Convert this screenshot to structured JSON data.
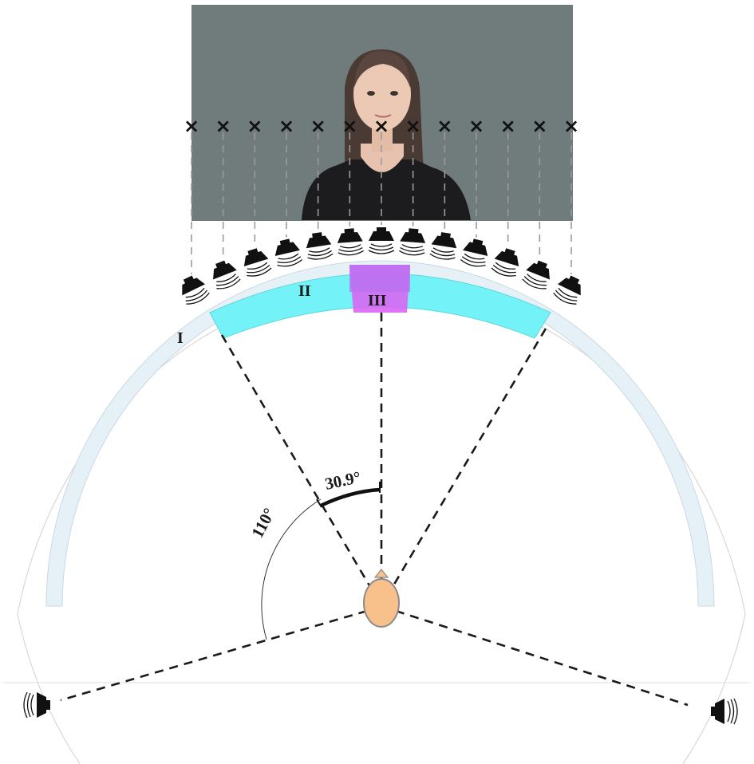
{
  "diagram": {
    "zone_labels": {
      "zone_i": "I",
      "zone_ii": "II",
      "zone_iii": "III"
    },
    "angle_labels": {
      "wide_angle": "110°",
      "narrow_angle": "30.9°"
    },
    "loudspeaker_array": {
      "count": 13,
      "marker_glyph": "×"
    },
    "surround_speakers": {
      "count": 2
    },
    "video_frame": {
      "background_color": "#707b7b",
      "subject": "speaker-video-frame"
    },
    "colors": {
      "zone_i": "#e6f0f7",
      "zone_ii": "#73f3f7",
      "zone_iii": "#d867f3",
      "listener_head": "#f8c08a",
      "listener_outline": "#8a8a8a"
    }
  }
}
